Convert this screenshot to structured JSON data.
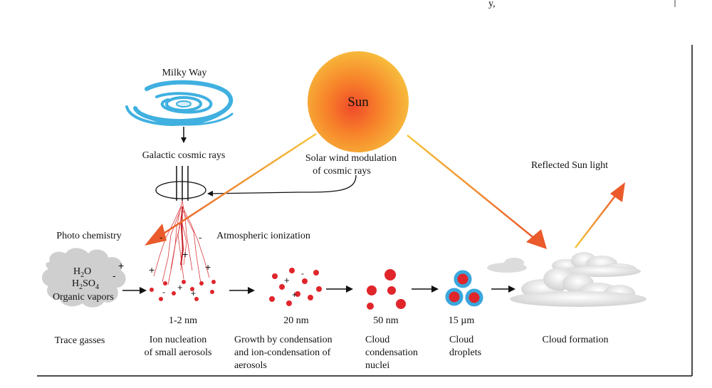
{
  "diagram": {
    "header_fragment": "y,",
    "milky_way_label": "Milky Way",
    "galactic_rays_label": "Galactic cosmic rays",
    "sun_label": "Sun",
    "solar_wind_label_line1": "Solar wind modulation",
    "solar_wind_label_line2": "of cosmic rays",
    "reflected_label": "Reflected Sun light",
    "photo_chem_label": "Photo chemistry",
    "ionization_label": "Atmospheric ionization",
    "vapors": {
      "h2o_main": "H",
      "h2o_sub": "2",
      "h2o_tail": "O",
      "h2so4_main": "H",
      "h2so4_sub1": "2",
      "h2so4_mid": "SO",
      "h2so4_sub2": "4",
      "organic": "Organic vapors"
    },
    "sizes": {
      "s1": "1-2 nm",
      "s2": "20 nm",
      "s3": "50 nm",
      "s4": "15 µm"
    },
    "stages": {
      "trace": "Trace gasses",
      "ion_l1": "Ion nucleation",
      "ion_l2": "of small aerosols",
      "growth_l1": "Growth by condensation",
      "growth_l2": "and ion-condensation of",
      "growth_l3": "aerosols",
      "ccn_l1": "Cloud",
      "ccn_l2": "condensation",
      "ccn_l3": "nuclei",
      "drop_l1": "Cloud",
      "drop_l2": "droplets",
      "cloud_formation": "Cloud formation"
    },
    "colors": {
      "galaxy": "#3fb0e0",
      "particle": "#e0252b",
      "droplet_ring": "#3aa7dd",
      "sun_inner": "#ff9a2a",
      "sun_outer": "#f5c242",
      "arrow_orange": "#ee6a2a",
      "arrow_yellow": "#f5c73c"
    }
  }
}
